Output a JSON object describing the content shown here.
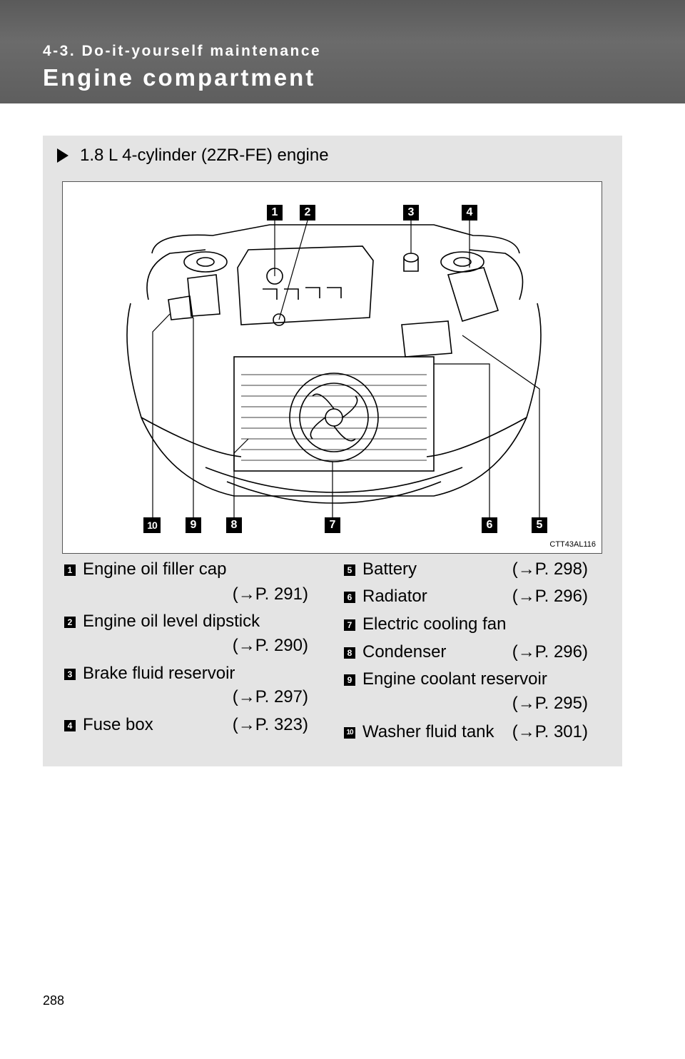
{
  "header": {
    "section": "4-3. Do-it-yourself maintenance",
    "title": "Engine compartment"
  },
  "subheading": "1.8 L 4-cylinder (2ZR-FE) engine",
  "diagram": {
    "image_code": "CTT43AL116",
    "callouts": [
      "1",
      "2",
      "3",
      "4",
      "5",
      "6",
      "7",
      "8",
      "9",
      "10"
    ]
  },
  "legend": [
    {
      "num": "1",
      "label": "Engine oil filler cap",
      "ref": "(→P. 291)"
    },
    {
      "num": "2",
      "label": "Engine oil level dipstick",
      "ref": "(→P. 290)"
    },
    {
      "num": "3",
      "label": "Brake fluid reservoir",
      "ref": "(→P. 297)"
    },
    {
      "num": "4",
      "label": "Fuse box",
      "ref": "(→P. 323)"
    },
    {
      "num": "5",
      "label": "Battery",
      "ref": "(→P. 298)"
    },
    {
      "num": "6",
      "label": "Radiator",
      "ref": "(→P. 296)"
    },
    {
      "num": "7",
      "label": "Electric cooling fan",
      "ref": ""
    },
    {
      "num": "8",
      "label": "Condenser",
      "ref": "(→P. 296)"
    },
    {
      "num": "9",
      "label": "Engine coolant reservoir",
      "ref": "(→P. 295)"
    },
    {
      "num": "10",
      "label": "Washer fluid tank",
      "ref": "(→P. 301)"
    }
  ],
  "page_number": "288"
}
